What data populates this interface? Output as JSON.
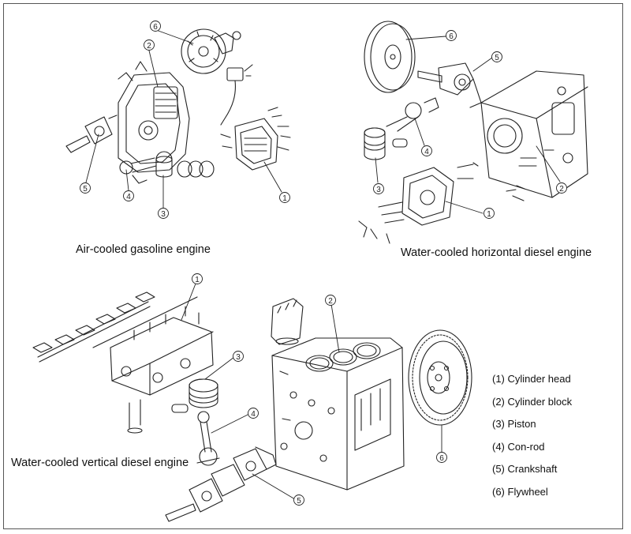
{
  "captions": {
    "air_cooled": "Air-cooled gasoline engine",
    "water_horizontal": "Water-cooled horizontal diesel engine",
    "water_vertical": "Water-cooled vertical diesel engine"
  },
  "callouts": [
    "1",
    "2",
    "3",
    "4",
    "5",
    "6"
  ],
  "legend": [
    "(1) Cylinder head",
    "(2) Cylinder block",
    "(3) Piston",
    "(4) Con-rod",
    "(5) Crankshaft",
    "(6) Flywheel"
  ],
  "colors": {
    "line": "#222222",
    "frame": "#555555",
    "background": "#ffffff"
  }
}
